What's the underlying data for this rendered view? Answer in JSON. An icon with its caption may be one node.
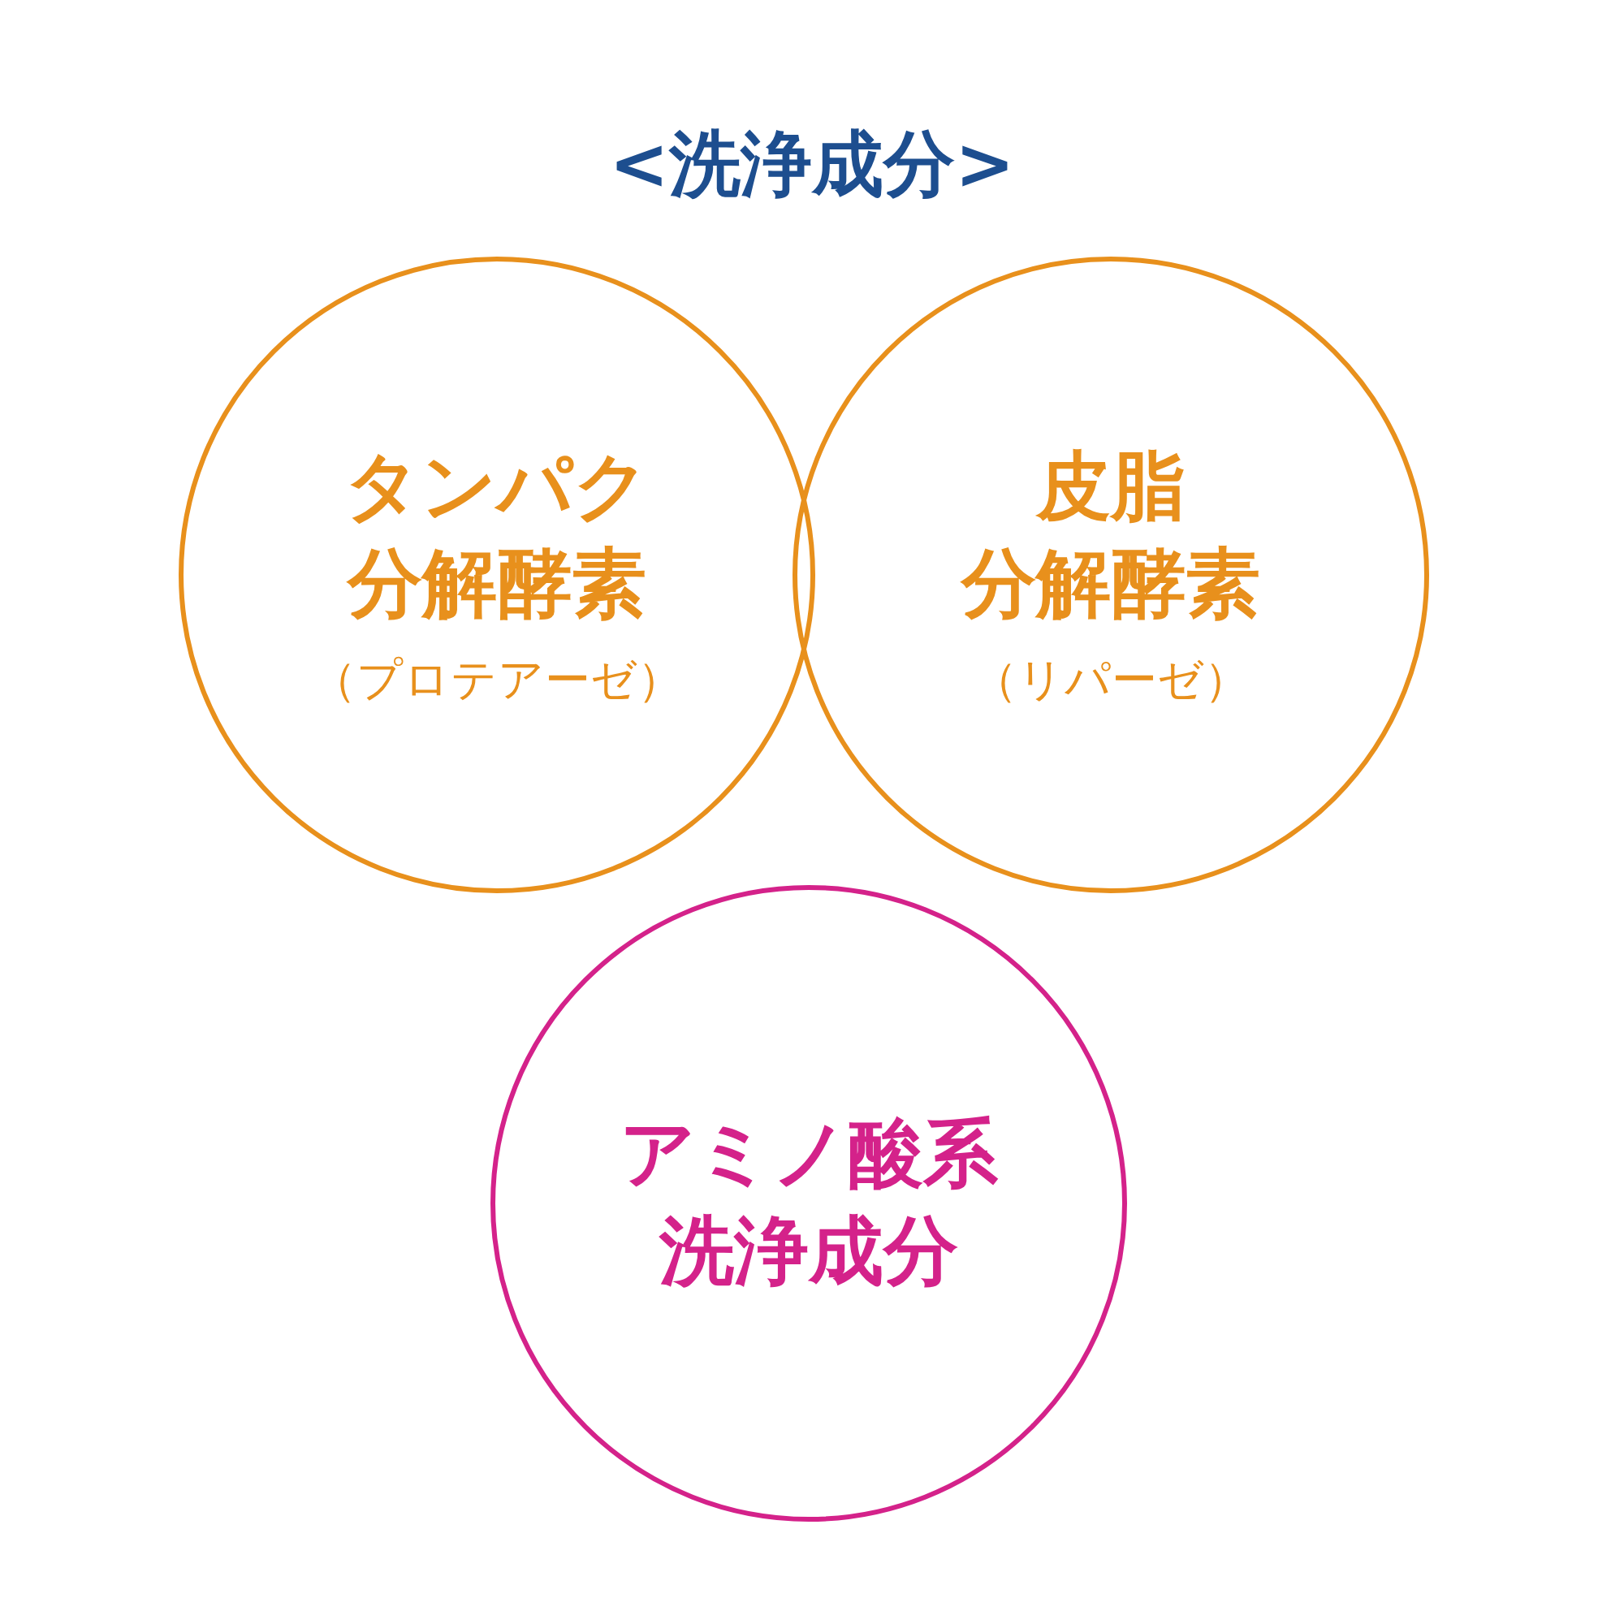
{
  "diagram": {
    "title": "<洗浄成分>",
    "nodes": [
      {
        "text": [
          "タンパク分解酵素",
          "（プロテアーゼ）"
        ]
      },
      {
        "text": [
          "皮脂分解酵素",
          "（リパーゼ）"
        ]
      },
      {
        "text": [
          "アミノ酸系洗浄成分"
        ]
      }
    ]
  }
}
